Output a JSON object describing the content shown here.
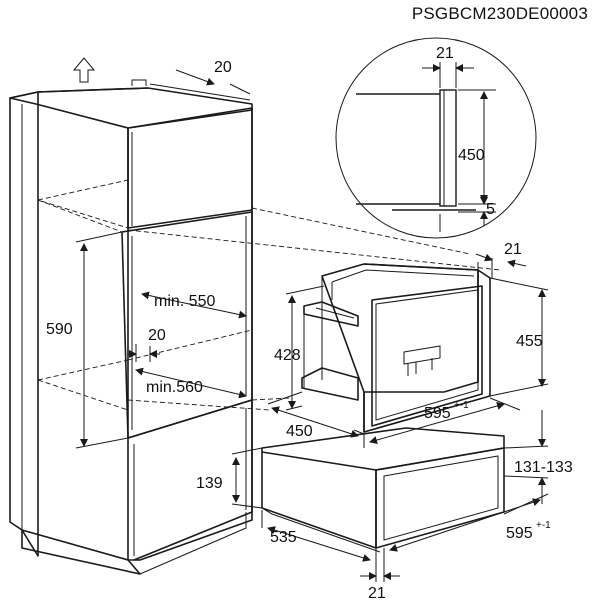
{
  "drawing_code": "PSGBCM230DE00003",
  "dimensions": {
    "top_gap": "20",
    "cabinet_height": "590",
    "niche_width": "min. 550",
    "side_gap": "20",
    "niche_depth": "min.560",
    "drawer_height": "139",
    "drawer_depth": "535",
    "drawer_front_gap": "21",
    "drawer_width": "595",
    "drawer_width_tol": "+-1",
    "drawer_front_height": "131-133",
    "machine_depth": "450",
    "machine_width": "595",
    "machine_width_tol": "+-1",
    "machine_height_outer": "455",
    "machine_height_inner": "428",
    "machine_front_gap": "21",
    "detail_gap": "21",
    "detail_height": "450",
    "detail_bottom": "5"
  },
  "icons": {
    "direction": "arrow-up-icon"
  }
}
